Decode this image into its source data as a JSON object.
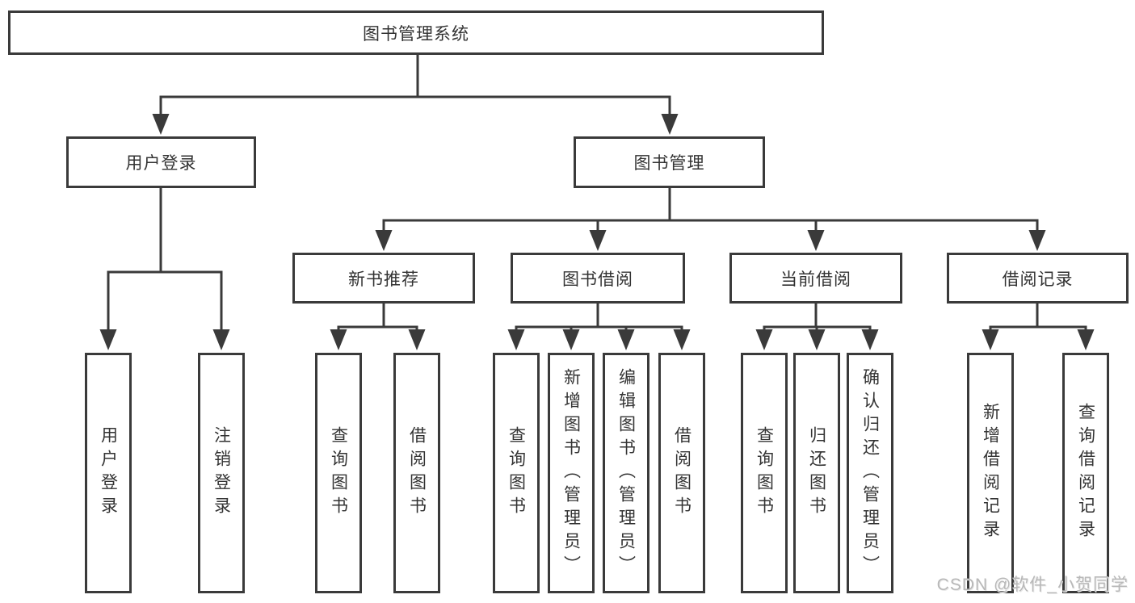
{
  "diagram": {
    "type": "tree",
    "root": {
      "label": "图书管理系统"
    },
    "level2": [
      {
        "label": "用户登录",
        "children": [
          "用户登录",
          "注销登录"
        ]
      },
      {
        "label": "图书管理",
        "children": [
          "新书推荐",
          "图书借阅",
          "当前借阅",
          "借阅记录"
        ]
      }
    ],
    "level3": [
      {
        "label": "新书推荐",
        "children": [
          "查询图书",
          "借阅图书"
        ]
      },
      {
        "label": "图书借阅",
        "children": [
          "查询图书",
          "新增图书（管理员）",
          "编辑图书（管理员）",
          "借阅图书"
        ]
      },
      {
        "label": "当前借阅",
        "children": [
          "查询图书",
          "归还图书",
          "确认归还（管理员）"
        ]
      },
      {
        "label": "借阅记录",
        "children": [
          "新增借阅记录",
          "查询借阅记录"
        ]
      }
    ],
    "leaves": [
      "用户登录",
      "注销登录",
      "查询图书",
      "借阅图书",
      "查询图书",
      "新增图书（管理员）",
      "编辑图书（管理员）",
      "借阅图书",
      "查询图书",
      "归还图书",
      "确认归还（管理员）",
      "新增借阅记录",
      "查询借阅记录"
    ]
  },
  "colors": {
    "line": "#3a3a3a",
    "text": "#333333",
    "watermark": "#b8b8b8",
    "background": "#ffffff"
  },
  "watermark": {
    "text": "CSDN @软件_小贺同学"
  }
}
